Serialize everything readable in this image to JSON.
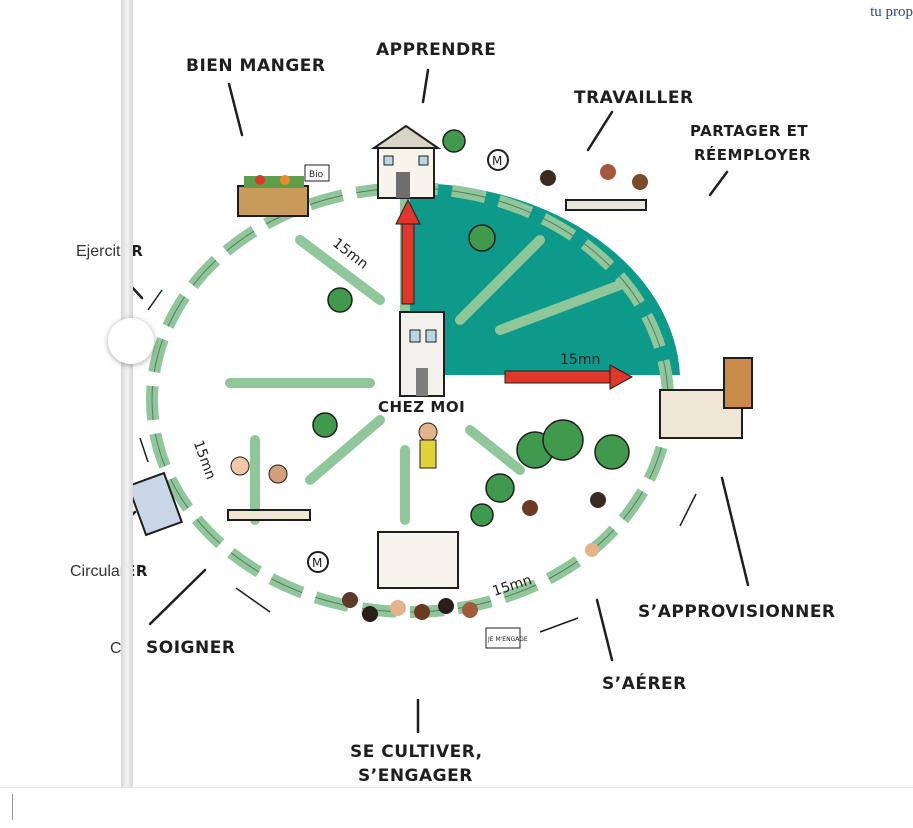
{
  "header": {
    "top_right_text": "tu prop"
  },
  "labels": {
    "apprendre": "APPRENDRE",
    "bien_manger": "BIEN MANGER",
    "travailler": "TRAVAILLER",
    "partager_line1": "PARTAGER ET",
    "partager_line2": "RÉEMPLOYER",
    "chez_moi": "CHEZ MOI",
    "sapprovisionner": "S’APPROVISIONNER",
    "saerer": "S’AÉRER",
    "se_cultiver_line1": "SE CULTIVER,",
    "se_cultiver_line2": "S’ENGAGER",
    "soigner": "SOIGNER",
    "ejercit_overlay": "Ejercit",
    "ejercit_tail": "ER",
    "circular_overlay": "Circular",
    "circular_tail": "ER",
    "cu_overlay": "Cu"
  },
  "distances": {
    "top_left": "15mn",
    "right_arrow": "15mn",
    "left": "15mn",
    "bottom": "15mn"
  },
  "signs": {
    "bio": "Bio",
    "je_mengage": "JE M'ENGAGE"
  },
  "colors": {
    "teal_sector": "#0e9a8a",
    "ring_green": "#8fc79a",
    "arrow_red": "#e0372b",
    "ink": "#1e1e1e"
  }
}
